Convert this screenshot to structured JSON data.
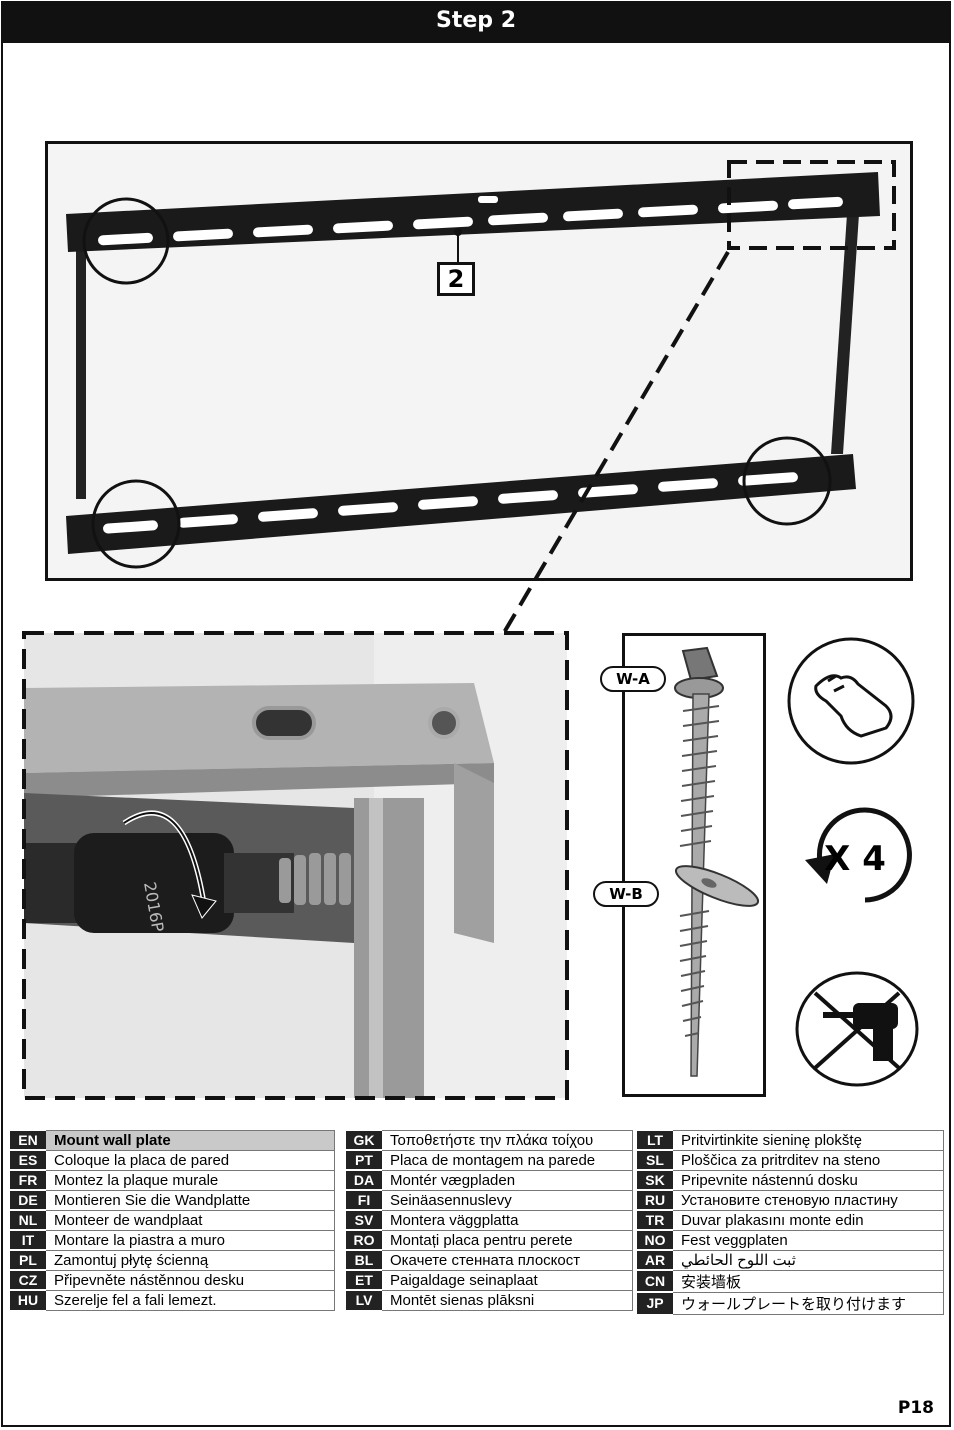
{
  "header": {
    "title": "Step 2"
  },
  "figure_top": {
    "callout_number": "2"
  },
  "screw_panel": {
    "label_a": "W-A",
    "label_b": "W-B"
  },
  "icons": {
    "hand": "hand-tighten-icon",
    "repeat": "repeat-x4-icon",
    "repeat_label": "X 4",
    "no_drill": "no-power-drill-icon"
  },
  "languages": {
    "col1": [
      {
        "code": "EN",
        "text": "Mount wall plate"
      },
      {
        "code": "ES",
        "text": "Coloque la placa de pared"
      },
      {
        "code": "FR",
        "text": "Montez la plaque murale"
      },
      {
        "code": "DE",
        "text": "Montieren Sie die Wandplatte"
      },
      {
        "code": "NL",
        "text": "Monteer de wandplaat"
      },
      {
        "code": "IT",
        "text": "Montare la piastra a muro"
      },
      {
        "code": "PL",
        "text": "Zamontuj płytę ścienną"
      },
      {
        "code": "CZ",
        "text": "Připevněte nástěnnou desku"
      },
      {
        "code": "HU",
        "text": "Szerelje fel a fali lemezt."
      }
    ],
    "col2": [
      {
        "code": "GK",
        "text": "Τοποθετήστε την πλάκα τοίχου"
      },
      {
        "code": "PT",
        "text": "Placa de montagem na parede"
      },
      {
        "code": "DA",
        "text": "Montér vægpladen"
      },
      {
        "code": "FI",
        "text": "Seinäasennuslevy"
      },
      {
        "code": "SV",
        "text": "Montera väggplatta"
      },
      {
        "code": "RO",
        "text": "Montați placa pentru perete"
      },
      {
        "code": "BL",
        "text": "Окачете стенната плоскост"
      },
      {
        "code": "ET",
        "text": "Paigaldage seinaplaat"
      },
      {
        "code": "LV",
        "text": "Montēt sienas plāksni"
      }
    ],
    "col3": [
      {
        "code": "LT",
        "text": "Pritvirtinkite sieninę plokštę"
      },
      {
        "code": "SL",
        "text": "Ploščica za pritrditev na steno"
      },
      {
        "code": "SK",
        "text": "Pripevnite nástennú dosku"
      },
      {
        "code": "RU",
        "text": "Установите стеновую пластину"
      },
      {
        "code": "TR",
        "text": "Duvar plakasını monte edin"
      },
      {
        "code": "NO",
        "text": "Fest veggplaten"
      },
      {
        "code": "AR",
        "text": "ثبت اللوح الحائطي"
      },
      {
        "code": "CN",
        "text": "安装墙板"
      },
      {
        "code": "JP",
        "text": "ウォールプレートを取り付けます"
      }
    ]
  },
  "footer": {
    "page": "P18"
  }
}
